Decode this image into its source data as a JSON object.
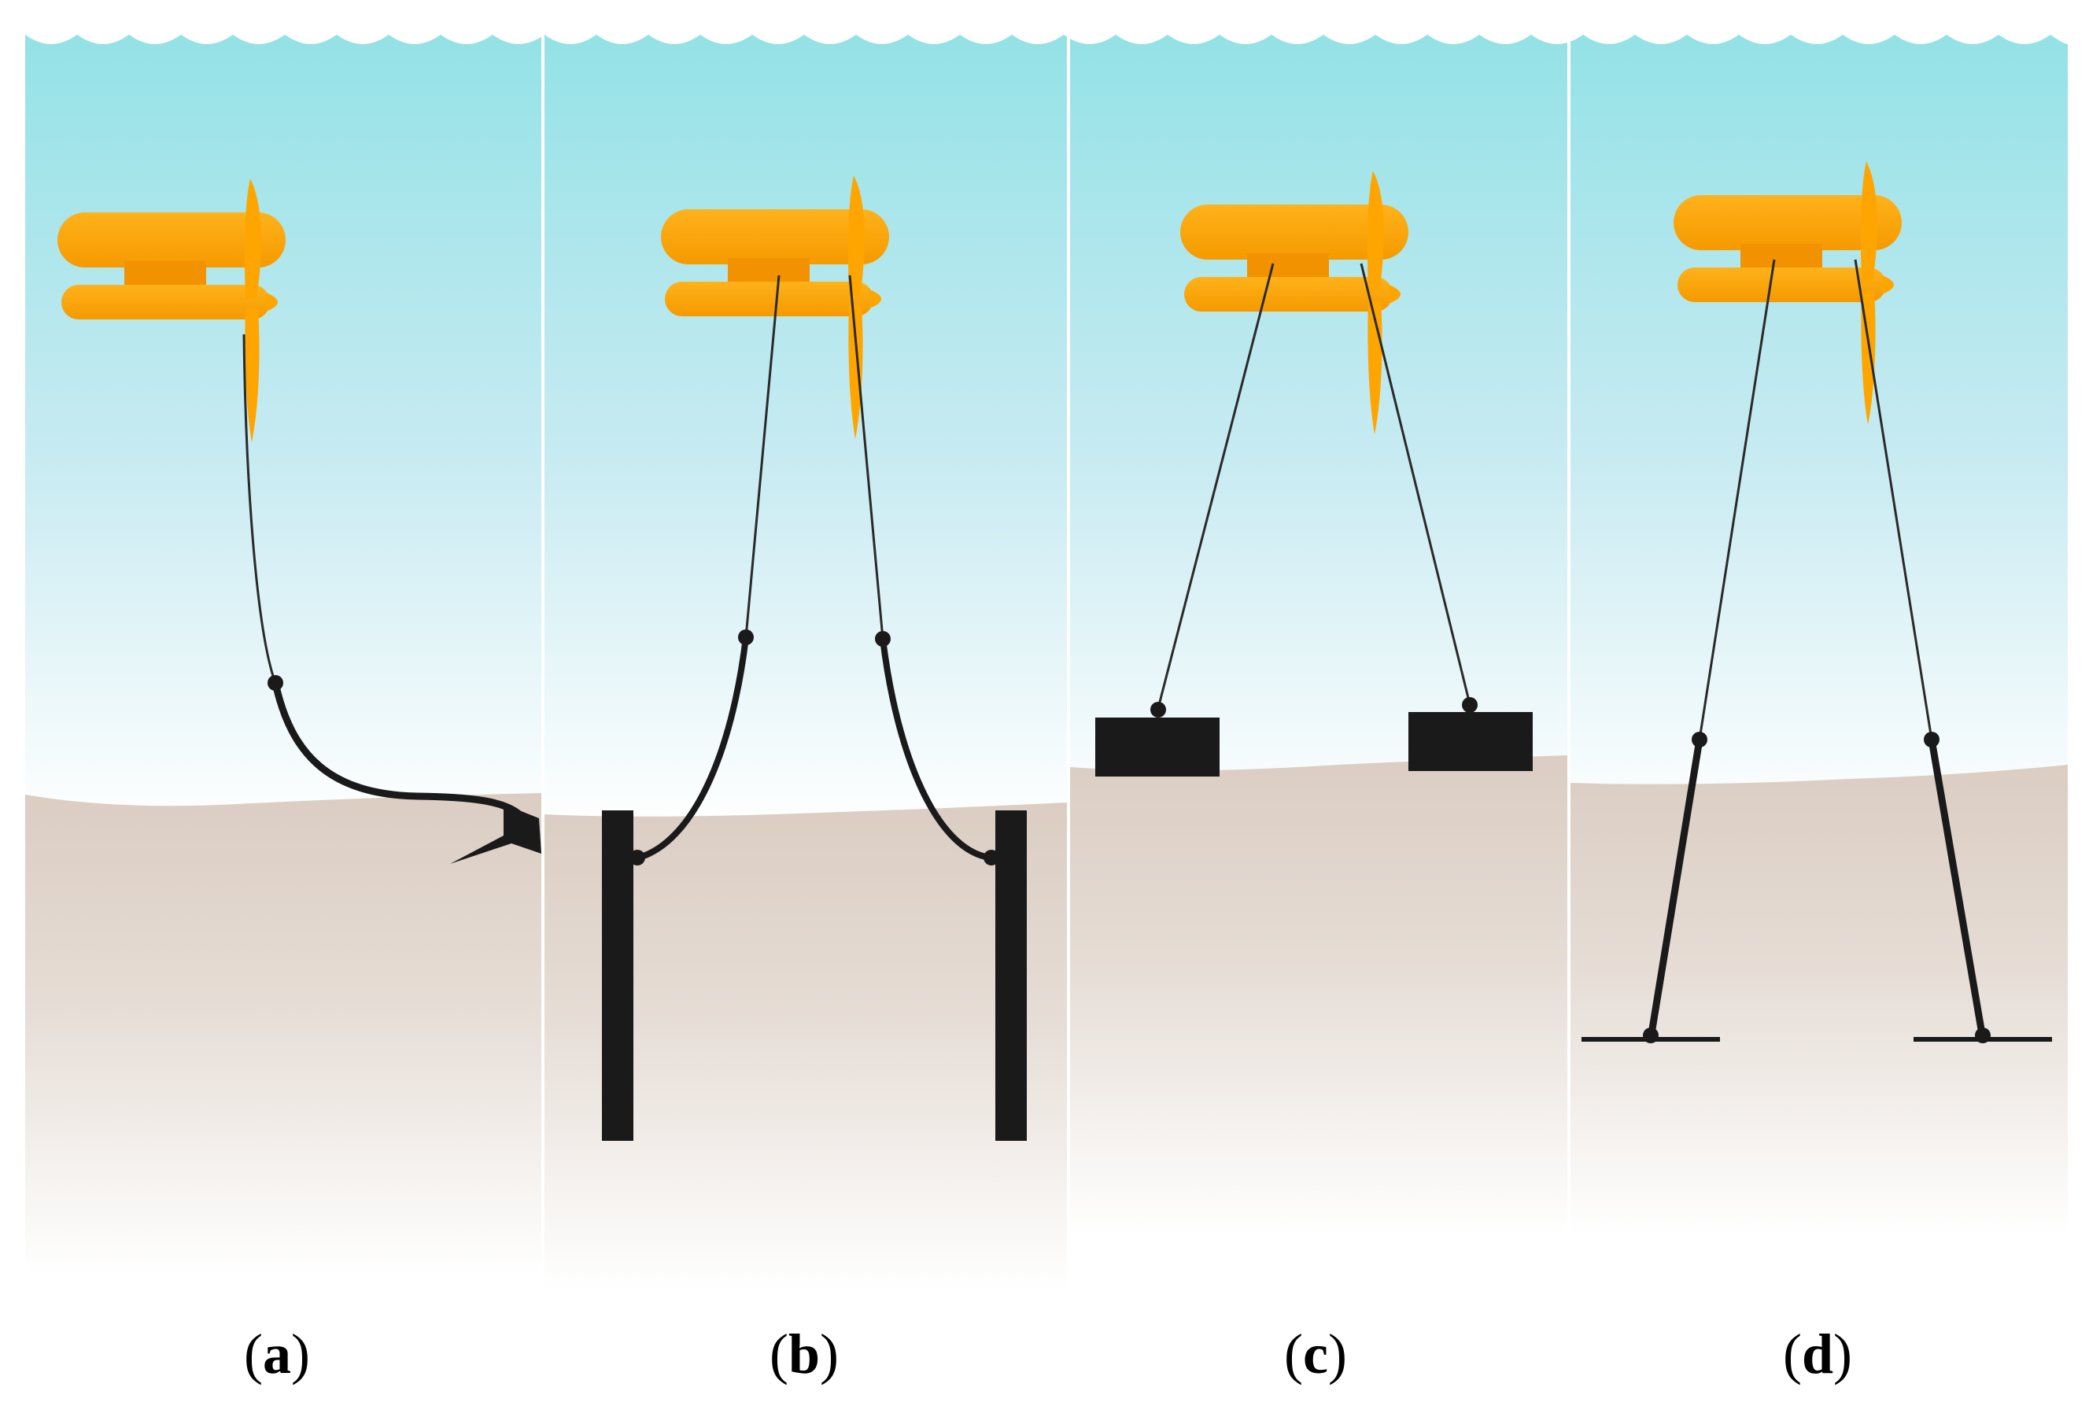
{
  "panels": [
    {
      "id": "a",
      "label": "a",
      "mooring": "drag-embedment-anchor"
    },
    {
      "id": "b",
      "label": "b",
      "mooring": "pile-anchor"
    },
    {
      "id": "c",
      "label": "c",
      "mooring": "gravity-anchor"
    },
    {
      "id": "d",
      "label": "d",
      "mooring": "plate-anchor"
    }
  ],
  "colors": {
    "water_top": "#93e2e6",
    "water_bottom": "#ffffff",
    "seabed_top": "#dbcdc2",
    "seabed_bottom": "#ffffff",
    "turbine": "#ffa500",
    "turbine_dark": "#f08c00",
    "anchor": "#1a1a1a",
    "mooring_line": "#2a2a2a",
    "divider": "#ffffff"
  }
}
